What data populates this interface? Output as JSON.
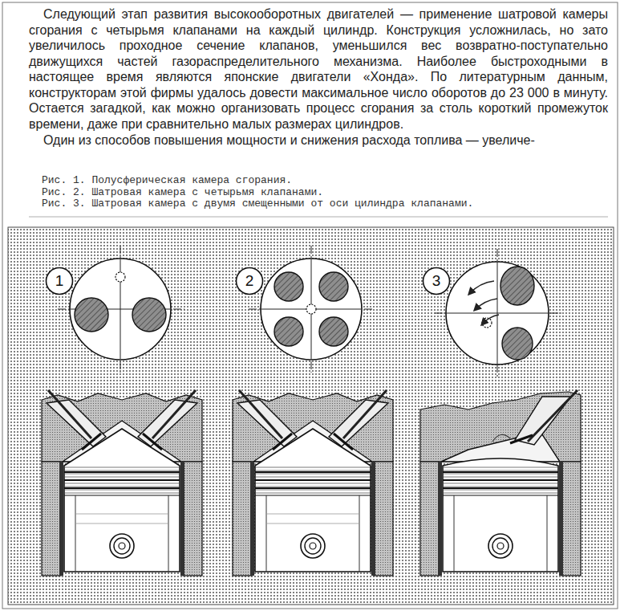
{
  "diagram": {
    "nodes": [
      {
        "text": [
          "1"
        ]
      },
      {
        "text": [
          "2"
        ]
      },
      {
        "text": [
          "3"
        ]
      }
    ],
    "labels": [
      "Следующий этап развития высокооборотных двигателей — применение шатровой камеры сгорания с четырьмя клапанами на каждый цилиндр. Конструкция усложнилась, но зато увеличилось проходное сечение клапанов, уменьшился вес возвратно-поступательно движущихся частей газораспределительного механизма. Наиболее быстроходными в настоящее время являются японские двигатели «Хонда». По литературным данным, конструкторам этой фирмы удалось довести максимальное число оборотов до 23 000 в минуту. Остается загадкой, как можно организовать процесс сгорания за столь короткий промежуток времени, даже при сравнительно малых размерах цилиндров.",
      "Один из способов повышения мощности и снижения расхода топлива — увеличе-",
      "Рис. 1. Полусферическая камера сгорания.",
      "Рис. 2. Шатровая камера с четырьмя клапанами.",
      "Рис. 3. Шатровая камера с двумя смещенными от оси цилиндра клапанами."
    ]
  }
}
